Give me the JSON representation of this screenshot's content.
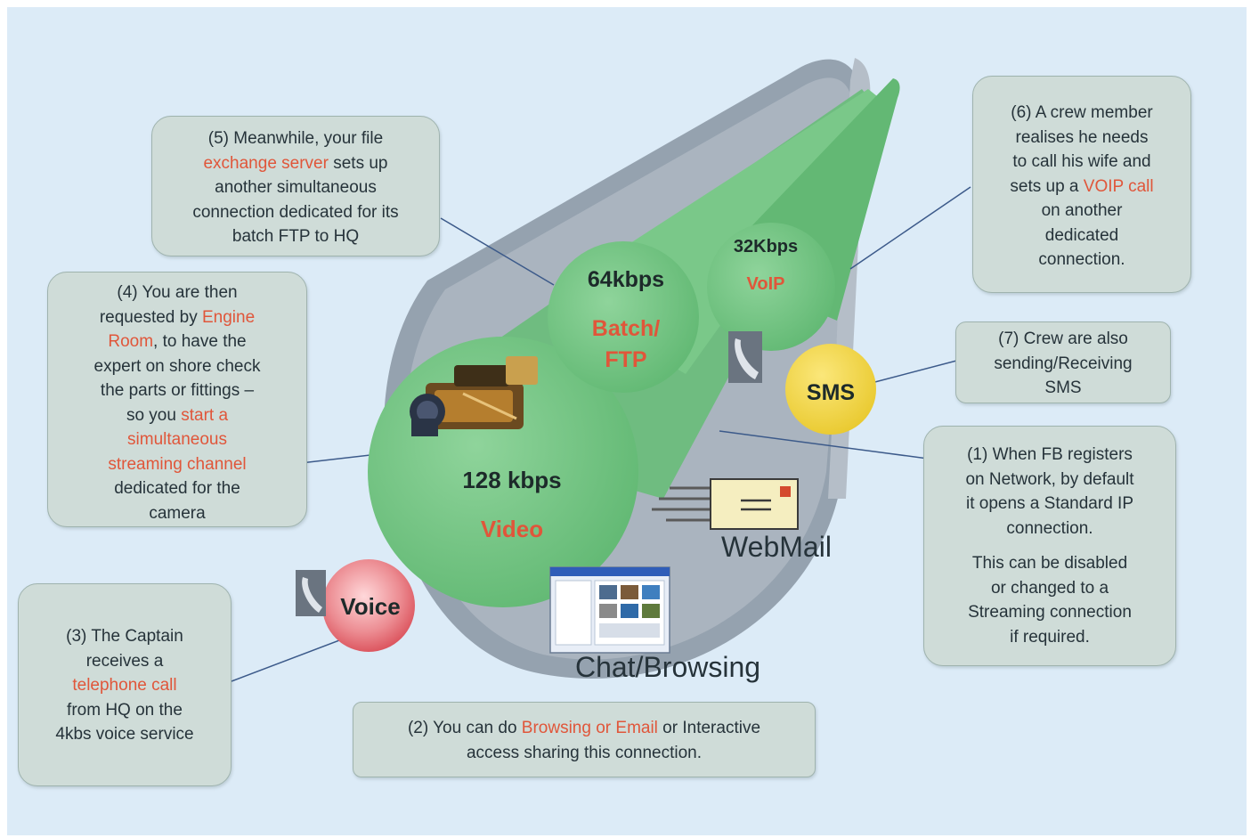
{
  "channels": {
    "video": {
      "rate": "128 kbps",
      "name": "Video"
    },
    "ftp": {
      "rate": "64kbps",
      "name_line1": "Batch/",
      "name_line2": "FTP"
    },
    "voip": {
      "rate": "32Kbps",
      "name": "VoIP"
    },
    "sms": {
      "name": "SMS"
    },
    "voice": {
      "name": "Voice"
    }
  },
  "services": {
    "webmail": "WebMail",
    "chat": "Chat/Browsing"
  },
  "callouts": {
    "c1": {
      "p1": [
        "(1) When FB registers",
        "on Network, by default",
        "it opens a Standard IP",
        "connection."
      ],
      "p2": [
        "This can be disabled",
        "or changed to a",
        "Streaming connection",
        "if required."
      ]
    },
    "c2": {
      "l1_a": "(2) You can do ",
      "l1_hl": "Browsing or Email",
      "l1_b": " or Interactive",
      "l2": "access sharing this connection."
    },
    "c3": {
      "l1": "(3) The Captain",
      "l2": "receives a",
      "l3_hl": "telephone call",
      "l4": "from HQ on the",
      "l5": "4kbs voice service"
    },
    "c4": {
      "l1": "(4) You are then",
      "l2_a": "requested by ",
      "l2_hl": "Engine",
      "l3_hl": "Room",
      "l3_b": ", to have the",
      "l4": "expert on shore check",
      "l5": "the parts or fittings –",
      "l6_a": "so you ",
      "l6_hl": "start a",
      "l7_hl": "simultaneous",
      "l8_hl": "streaming channel",
      "l9": "dedicated for the",
      "l10": "camera"
    },
    "c5": {
      "l1": "(5) Meanwhile, your file",
      "l2_hl": "exchange server",
      "l2_b": " sets up",
      "l3": "another simultaneous",
      "l4": "connection dedicated for its",
      "l5": "batch FTP to HQ"
    },
    "c6": {
      "l1": "(6) A crew member",
      "l2": "realises he needs",
      "l3": "to call his wife and",
      "l4_a": "sets up a ",
      "l4_hl": "VOIP call",
      "l5": "on another",
      "l6": "dedicated",
      "l7": "connection."
    },
    "c7": {
      "l1": "(7) Crew are also",
      "l2": "sending/Receiving",
      "l3": "SMS"
    }
  },
  "colors": {
    "background": "#dcebf7",
    "callout_fill": "#cfdcd8",
    "highlight": "#e0563a",
    "green": "#72c282",
    "sms_yellow": "#f4d84a",
    "voice_red": "#e2646c"
  },
  "icons": [
    "video-camera-icon",
    "email-envelope-icon",
    "browser-window-icon",
    "phone-handset-icon"
  ]
}
